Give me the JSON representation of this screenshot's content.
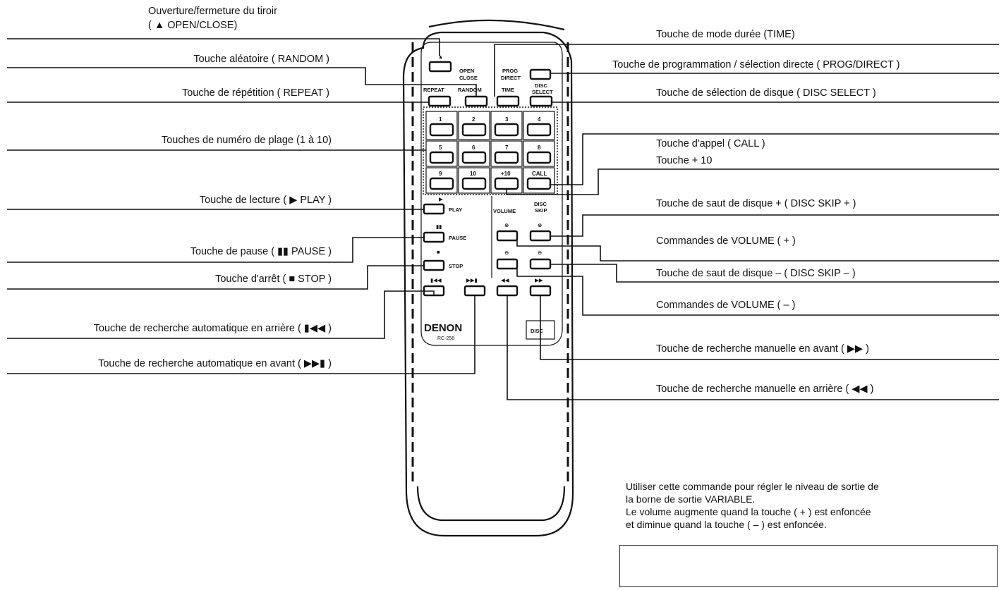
{
  "callouts": {
    "open_close_1": "Ouverture/fermeture du tiroir",
    "open_close_2": "( ▲ OPEN/CLOSE)",
    "random": "Touche aléatoire ( RANDOM )",
    "repeat": "Touche de répétition ( REPEAT )",
    "track_numbers": "Touches de numéro de plage (1 à 10)",
    "play": "Touche de lecture ( ▶ PLAY )",
    "pause": "Touche de pause ( ▮▮ PAUSE )",
    "stop": "Touche d'arrêt ( ■ STOP )",
    "auto_search_back": "Touche de recherche automatique en arrière ( ▮◀◀ )",
    "auto_search_fwd": "Touche de recherche automatique en avant ( ▶▶▮ )",
    "time": "Touche de mode durée (TIME)",
    "prog_direct": "Touche de programmation / sélection directe ( PROG/DIRECT )",
    "disc_select": "Touche de sélection de disque ( DISC SELECT )",
    "call": "Touche d'appel ( CALL )",
    "plus10": "Touche  + 10",
    "disc_skip_plus": "Touche de saut de disque  +  ( DISC SKIP  + )",
    "volume_plus": "Commandes de VOLUME ( + )",
    "disc_skip_minus": "Touche de saut de disque  –  ( DISC SKIP  – )",
    "volume_minus": "Commandes de VOLUME ( – )",
    "manual_search_fwd": "Touche de recherche manuelle en avant ( ▶▶ )",
    "manual_search_back": "Touche de recherche manuelle en arrière ( ◀◀ )"
  },
  "remote": {
    "open_close": "OPEN",
    "close": "CLOSE",
    "prog": "PROG",
    "direct": "DIRECT",
    "repeat": "REPEAT",
    "random": "RANDOM",
    "time": "TIME",
    "disc": "DISC",
    "select": "SELECT",
    "numbers": [
      "1",
      "2",
      "3",
      "4",
      "5",
      "6",
      "7",
      "8",
      "9",
      "10"
    ],
    "plus10": "+10",
    "call": "CALL",
    "play": "PLAY",
    "pause": "PAUSE",
    "stop": "STOP",
    "volume": "VOLUME",
    "skip": "SKIP",
    "brand": "DENON",
    "model": "RC-258",
    "cd_logo": "DISC"
  },
  "note": {
    "line1": "Utiliser cette commande pour régler le niveau de sortie de",
    "line2": "la borne de sortie VARIABLE.",
    "line3": "Le volume augmente quand la touche ( + ) est enfoncée",
    "line4": "et diminue quand la touche ( – ) est enfoncée."
  }
}
